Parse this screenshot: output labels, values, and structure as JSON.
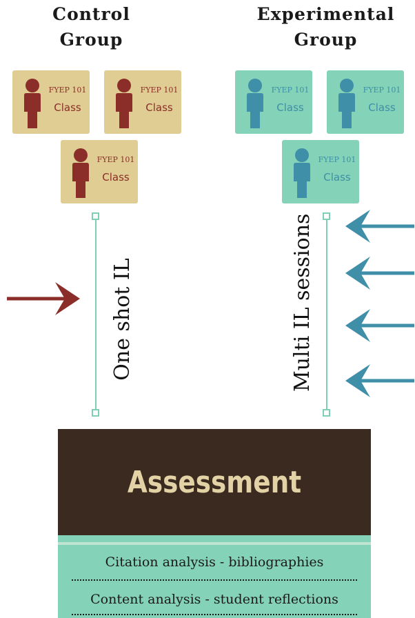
{
  "colors": {
    "control_card": "#e0cd93",
    "control_accent": "#8b2d28",
    "experimental_card": "#84d2b7",
    "experimental_accent": "#3e8fa7",
    "timeline": "#7fcfb4",
    "assessment_head": "#3b2a20",
    "assessment_title": "#e2d2a6"
  },
  "control": {
    "title_line1": "Control",
    "title_line2": "Group",
    "cards": [
      {
        "code": "FYEP 101",
        "label": "Class"
      },
      {
        "code": "FYEP 101",
        "label": "Class"
      },
      {
        "code": "FYEP 101",
        "label": "Class"
      }
    ],
    "intervention": "One shot IL",
    "arrow_count": 1
  },
  "experimental": {
    "title_line1": "Experimental",
    "title_line2": "Group",
    "cards": [
      {
        "code": "FYEP 101",
        "label": "Class"
      },
      {
        "code": "FYEP 101",
        "label": "Class"
      },
      {
        "code": "FYEP 101",
        "label": "Class"
      }
    ],
    "intervention": "Multi IL sessions",
    "arrow_count": 4
  },
  "assessment": {
    "title": "Assessment",
    "methods": [
      "Citation analysis - bibliographies",
      "Content analysis - student reflections"
    ]
  }
}
